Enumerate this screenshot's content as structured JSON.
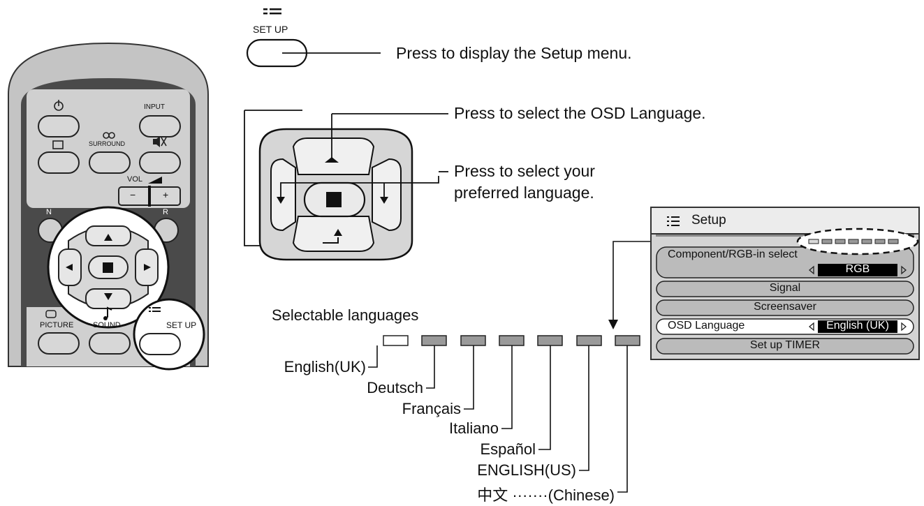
{
  "setup_button": {
    "label": "SET UP",
    "caption": "Press to display the Setup menu."
  },
  "dpad": {
    "up_caption": "Press to select the OSD Language.",
    "side_caption_line1": "Press to select your",
    "side_caption_line2": "preferred language."
  },
  "remote": {
    "input_label": "INPUT",
    "surround_label": "SURROUND",
    "vol_label": "VOL",
    "minus_label": "−",
    "plus_label": "+",
    "n_label": "N",
    "r_label": "R",
    "picture_label": "PICTURE",
    "sound_label": "SOUND",
    "setup_label": "SET UP"
  },
  "languages": {
    "heading": "Selectable languages",
    "items": [
      "English(UK)",
      "Deutsch",
      "Français",
      "Italiano",
      "Español",
      "ENGLISH(US)",
      "中文 ·······(Chinese)"
    ]
  },
  "setup_menu": {
    "title": "Setup",
    "component_label": "Component/RGB-in  select",
    "component_value": "RGB",
    "signal": "Signal",
    "screensaver": "Screensaver",
    "osd_label": "OSD  Language",
    "osd_value": "English (UK)",
    "timer": "Set up TIMER"
  }
}
